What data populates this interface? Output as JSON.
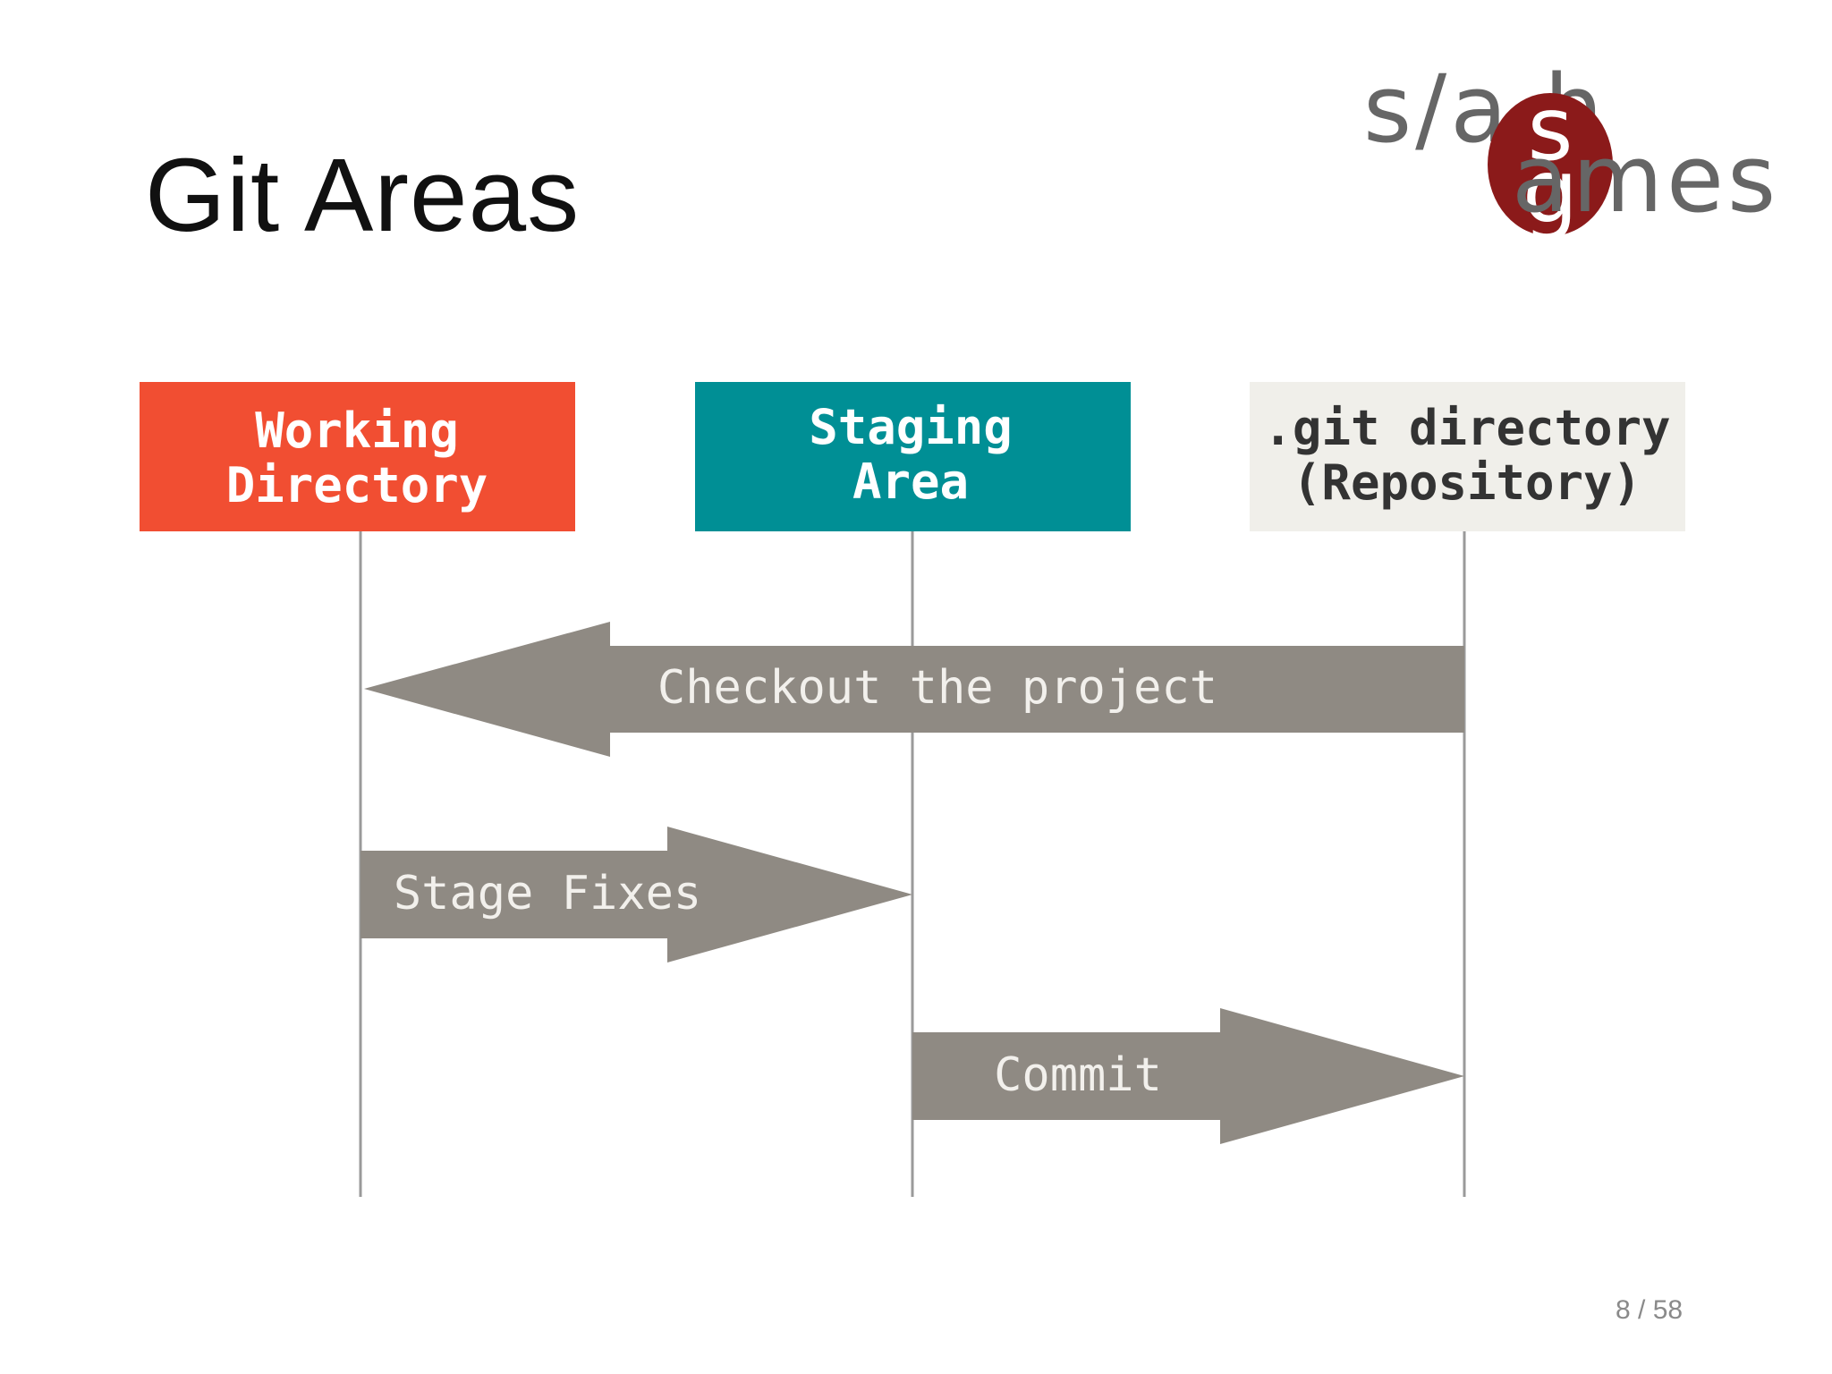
{
  "slide": {
    "title": "Git Areas",
    "page_indicator": "8 / 58"
  },
  "logo": {
    "top_text": "s/a h",
    "bottom_text": "ames",
    "mark_letters": [
      "s",
      "g"
    ],
    "mark_color": "#8b1a1a",
    "text_color": "#666666"
  },
  "diagram": {
    "areas": [
      {
        "label_lines": [
          "Working",
          "Directory"
        ],
        "fill": "#f14e32",
        "text_color": "#ffffff"
      },
      {
        "label_lines": [
          "Staging",
          "Area"
        ],
        "fill": "#008f95",
        "text_color": "#ffffff"
      },
      {
        "label_lines": [
          ".git directory",
          "(Repository)"
        ],
        "fill": "#f0efea",
        "text_color": "#333333"
      }
    ],
    "arrows": [
      {
        "label": "Checkout the project",
        "from": ".git directory (Repository)",
        "to": "Working Directory",
        "direction": "left"
      },
      {
        "label": "Stage Fixes",
        "from": "Working Directory",
        "to": "Staging Area",
        "direction": "right"
      },
      {
        "label": "Commit",
        "from": "Staging Area",
        "to": ".git directory (Repository)",
        "direction": "right"
      }
    ],
    "arrow_color": "#8f8a83",
    "lifeline_color": "#9a9a9a"
  }
}
